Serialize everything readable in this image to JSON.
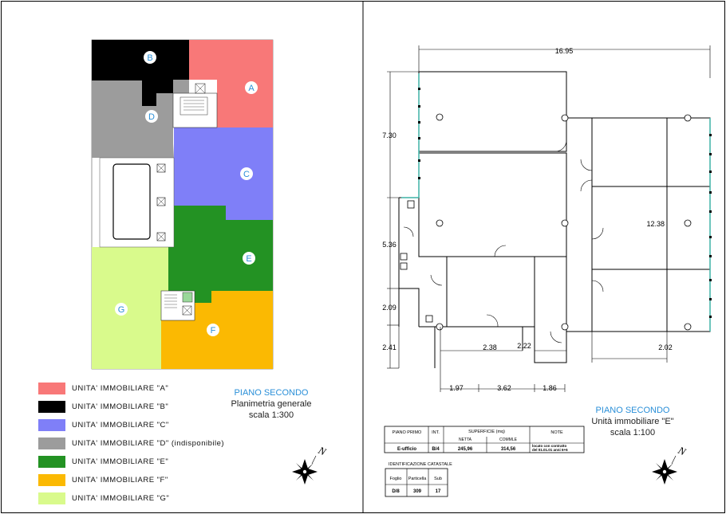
{
  "left_panel": {
    "units": [
      {
        "letter": "A",
        "color": "#f87878"
      },
      {
        "letter": "B",
        "color": "#000000"
      },
      {
        "letter": "C",
        "color": "#7f7ff8"
      },
      {
        "letter": "D",
        "color": "#9c9c9c"
      },
      {
        "letter": "E",
        "color": "#239223"
      },
      {
        "letter": "F",
        "color": "#fbb902"
      },
      {
        "letter": "G",
        "color": "#d9fa8c"
      }
    ],
    "legend": [
      {
        "label": "UNITA'  IMMOBILIARE  \"A\"",
        "color": "#f87878"
      },
      {
        "label": "UNITA'  IMMOBILIARE  \"B\"",
        "color": "#000000"
      },
      {
        "label": "UNITA'  IMMOBILIARE  \"C\"",
        "color": "#7f7ff8"
      },
      {
        "label": "UNITA'  IMMOBILIARE  \"D\"  (indisponibile)",
        "color": "#9c9c9c"
      },
      {
        "label": "UNITA'  IMMOBILIARE  \"E\"",
        "color": "#239223"
      },
      {
        "label": "UNITA'  IMMOBILIARE  \"F\"",
        "color": "#fbb902"
      },
      {
        "label": "UNITA'  IMMOBILIARE  \"G\"",
        "color": "#d9fa8c"
      }
    ],
    "caption": {
      "title": "PIANO SECONDO",
      "line1": "Planimetria generale",
      "line2": "scala 1:300"
    }
  },
  "right_panel": {
    "dimensions": {
      "top": "16.95",
      "left_1": "7.30",
      "left_2": "5.36",
      "left_3": "2.09",
      "left_4": "2.41",
      "right_room": "12.38",
      "mid_1": "2.38",
      "mid_2": "2.22",
      "right_bottom": "2.02",
      "bottom_1": "1.97",
      "bottom_2": "3.62",
      "bottom_3": "1.86"
    },
    "caption": {
      "title": "PIANO SECONDO",
      "line1": "Unità immobiliare \"E\"",
      "line2": "scala 1:100"
    },
    "table": {
      "h_piano": "PIANO PRIMO",
      "h_int": "INT.",
      "h_sup": "SUPERFICIE (mq)",
      "h_note": "NOTE",
      "h_netta": "NETTA",
      "h_comm": "COMMLE",
      "r_piano": "E-ufficio",
      "r_int": "B/4",
      "r_netta": "245,96",
      "r_comm": "314,56",
      "r_note1": "locato con contratto",
      "r_note2": "del 01.01.01  anni 6+6"
    },
    "catasto": {
      "title": "IDENTIFICAZIONE CATASTALE",
      "h_foglio": "Foglio",
      "h_part": "Particella",
      "h_sub": "Sub",
      "v_foglio": "D/8",
      "v_part": "309",
      "v_sub": "17"
    },
    "compass_letter": "N"
  }
}
